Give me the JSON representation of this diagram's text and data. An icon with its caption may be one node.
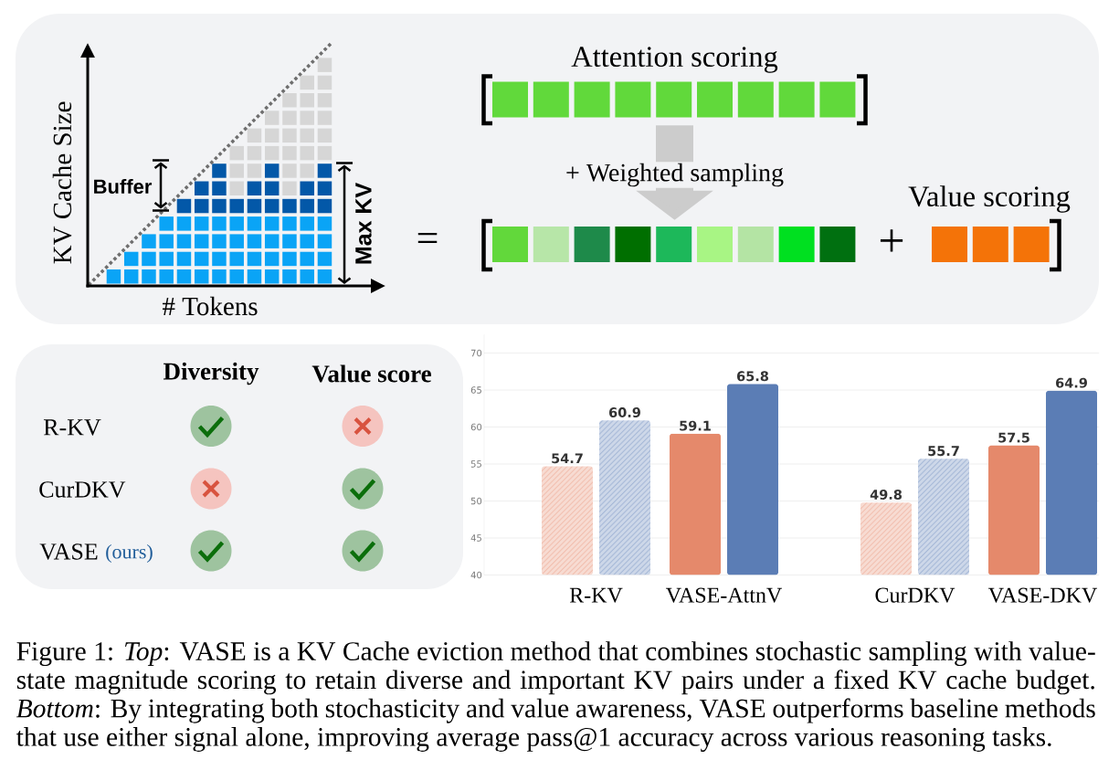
{
  "diagram": {
    "nodes": [
      {
        "text": [
          "Attention scoring"
        ]
      },
      {
        "text": [],
        "shape": "bar"
      },
      {
        "text": [
          "Value scoring"
        ]
      }
    ],
    "edges": [
      {
        "from": 0,
        "to": 1,
        "arrow": "to",
        "label": "+ Weighted sampling",
        "color": "#cccccc"
      }
    ],
    "labels": [
      "KV Cache Size",
      "Buffer",
      "Max KV",
      "# Tokens",
      "=",
      "+",
      "Diversity",
      "Value score",
      "R-KV",
      "CurDKV",
      "VASE",
      "(ours)"
    ],
    "chart_data": {
      "type": "bar",
      "categories": [
        "R-KV",
        "VASE-AttnV",
        "CurDKV",
        "VASE-DKV"
      ],
      "series": [
        {
          "color": "#e5896b",
          "values": [
            54.7,
            59.1,
            49.8,
            57.5
          ]
        },
        {
          "color": "#5b7db5",
          "values": [
            60.9,
            65.8,
            55.7,
            64.9
          ]
        }
      ],
      "ylim": [
        40,
        72.5
      ],
      "yticks": [
        40,
        45,
        50,
        55,
        60,
        65,
        70
      ],
      "grid": true,
      "data_labels": true
    },
    "caption": "Figure 1: *Top*: VASE is a KV Cache eviction method that combines stochastic sampling with value-state magnitude scoring to retain diverse and important KV pairs under a fixed KV cache budget. *Bottom*: By integrating both stochasticity and value awareness, VASE outperforms baseline methods that use either signal alone, improving average pass@1 accuracy across various reasoning tasks."
  }
}
